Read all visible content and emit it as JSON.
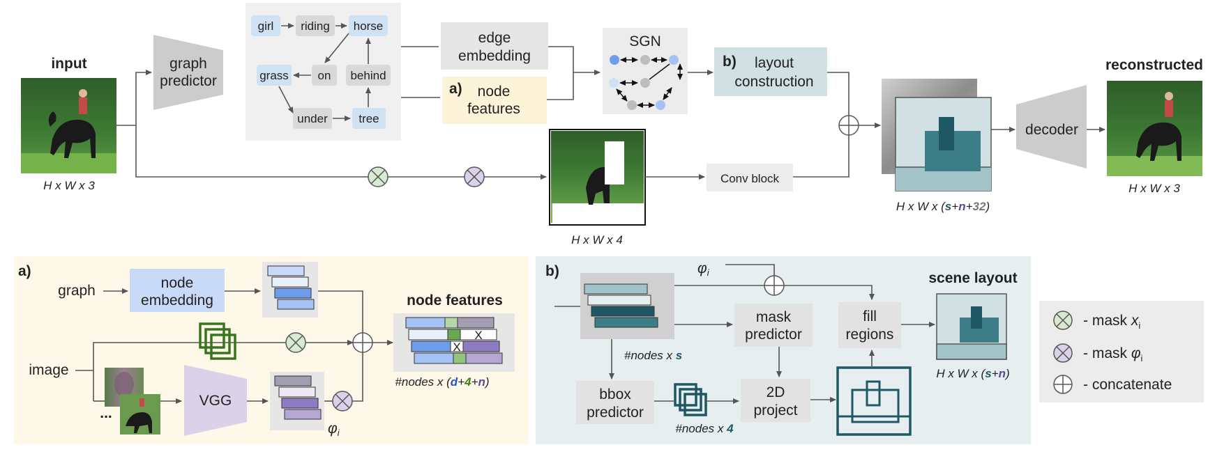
{
  "top": {
    "input_title": "input",
    "input_dims": "H x W x 3",
    "graph_predictor": [
      "graph",
      "predictor"
    ],
    "scene_graph_nodes": [
      "girl",
      "riding",
      "horse",
      "grass",
      "on",
      "behind",
      "under",
      "tree"
    ],
    "edge_embedding": [
      "edge",
      "embedding"
    ],
    "node_features_tag": "a)",
    "node_features": [
      "node",
      "features"
    ],
    "sgn": "SGN",
    "layout_tag": "b)",
    "layout_construction": [
      "layout",
      "construction"
    ],
    "masked_dims": "H x W x 4",
    "conv_block": "Conv block",
    "layout_dims": {
      "prefix": "H x W x (",
      "s": "s",
      "plus1": "+",
      "n": "n",
      "plus2": "+",
      "num": "32",
      "suffix": ")"
    },
    "decoder": "decoder",
    "reconstructed_title": "reconstructed",
    "output_dims": "H x W x 3"
  },
  "panel_a": {
    "tag": "a)",
    "graph": "graph",
    "node_embedding": [
      "node",
      "embedding"
    ],
    "image": "image",
    "ellipsis": "...",
    "vgg": "VGG",
    "phi": "φ",
    "phi_sub": "i",
    "title": "node features",
    "dims": {
      "prefix": "#nodes x (",
      "d": "d",
      "plus1": "+",
      "four": "4",
      "plus2": "+",
      "n": "n",
      "suffix": ")"
    },
    "x_mark": "X"
  },
  "panel_b": {
    "tag": "b)",
    "phi": "φ",
    "phi_sub": "i",
    "nodes_s": {
      "prefix": "#nodes x ",
      "s": "s"
    },
    "mask_predictor": [
      "mask",
      "predictor"
    ],
    "fill_regions": [
      "fill",
      "regions"
    ],
    "scene_layout": "scene layout",
    "bbox_predictor": [
      "bbox",
      "predictor"
    ],
    "nodes_4": {
      "prefix": "#nodes x ",
      "four": "4"
    },
    "project": [
      "2D",
      "project"
    ],
    "layout_dims": {
      "prefix": "H x W x (",
      "s": "s",
      "plus": "+",
      "n": "n",
      "suffix": ")"
    }
  },
  "legend": {
    "mask_x": {
      "dash": "-  mask ",
      "var": "x",
      "sub": "i"
    },
    "mask_phi": {
      "dash": "-  mask ",
      "var": "φ",
      "sub": "i"
    },
    "concat": "-  concatenate"
  },
  "colors": {
    "blue_node": "#cfe2f3",
    "gray_box": "#e6e6e6",
    "yellow_panel": "#fdf8e8",
    "teal_panel": "#e6eef0",
    "teal_dark": "#1f5864",
    "teal_mid": "#3c7d87",
    "green_mask": "#d9ead3",
    "purple_mask": "#d9d2e9",
    "green_filter": "#38761d",
    "d_blue": "#2155c8",
    "four_green": "#3f7f1a",
    "n_purple": "#5b4a9a"
  }
}
